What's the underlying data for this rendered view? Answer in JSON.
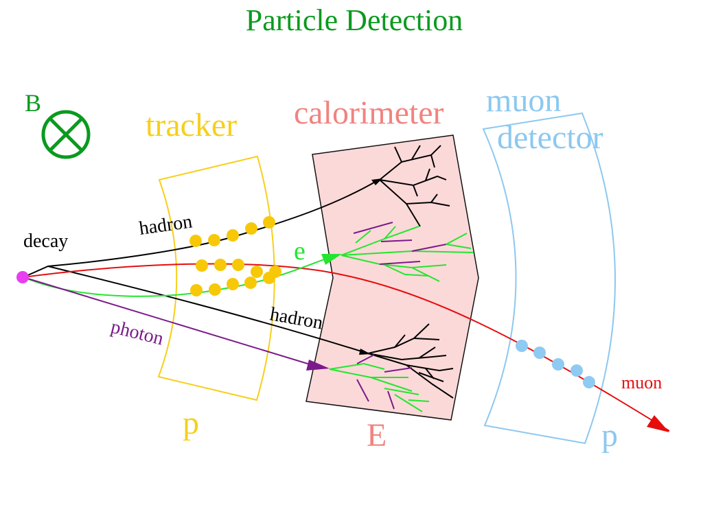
{
  "title": "Particle Detection",
  "field": {
    "label": "B",
    "color": "#0a9a1e"
  },
  "detectors": {
    "tracker": {
      "label": "tracker",
      "quantity": "p",
      "color": "#f7cf1b",
      "hit_color": "#f7c808"
    },
    "calorimeter": {
      "label": "calorimeter",
      "quantity": "E",
      "color": "#f18380",
      "fill": "#fbd9d8"
    },
    "muon": {
      "label_line1": "muon",
      "label_line2": "detector",
      "quantity": "p",
      "color": "#8cc8f0",
      "hit_color": "#8ecaf2"
    }
  },
  "particles": {
    "decay": {
      "label": "decay",
      "vertex_color": "#e83ef0"
    },
    "hadron_upper": {
      "label": "hadron",
      "color": "#000000"
    },
    "hadron_lower": {
      "label": "hadron",
      "color": "#000000"
    },
    "electron": {
      "label": "e",
      "color": "#22e62e"
    },
    "photon": {
      "label": "photon",
      "color": "#7b1a8a"
    },
    "muon": {
      "label": "muon",
      "color": "#e60d0d"
    }
  }
}
